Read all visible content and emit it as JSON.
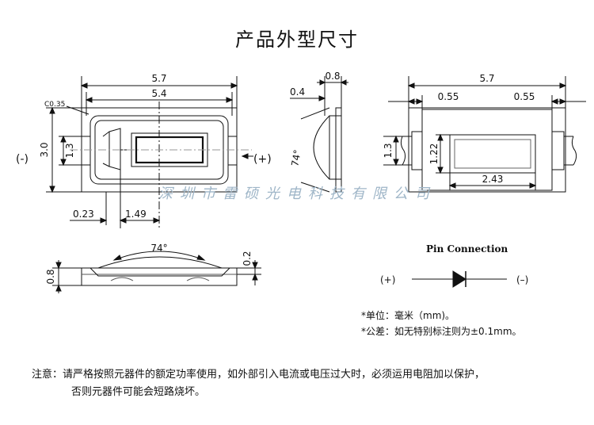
{
  "title": "产品外型尺寸",
  "watermark": "深圳市雷硕光电科技有限公司",
  "top_view": {
    "dim_total_width": "5.7",
    "dim_inner_width": "5.4",
    "dim_corner": "C0.35",
    "dim_height": "3.0",
    "dim_pad_height": "1.3",
    "dim_pad_offset": "0.23",
    "dim_center_offset": "1.49",
    "minus_label": "(-)",
    "plus_label": "(+)"
  },
  "side_view": {
    "dim_thickness": "0.8",
    "dim_lens_offset": "0.4",
    "dim_angle": "74°"
  },
  "bottom_view": {
    "dim_total_width": "5.7",
    "dim_left_pad": "0.55",
    "dim_right_pad": "0.55",
    "dim_pad_height": "1.3",
    "dim_window_height": "1.22",
    "dim_window_width": "2.43"
  },
  "front_view": {
    "dim_angle": "74°",
    "dim_height": "0.8",
    "dim_dome": "0.2"
  },
  "pin_connection": {
    "title": "Pin Connection",
    "plus": "(+)",
    "minus": "(–)"
  },
  "notes": {
    "unit": "*单位：毫米（mm)。",
    "tolerance": "*公差：如无特别标注则为±0.1mm。"
  },
  "footer": {
    "line1": "注意：请严格按照元器件的额定功率使用，如外部引入电流或电压过大时，必须运用电阻加以保护，",
    "line2": "否则元器件可能会短路烧坏。"
  }
}
